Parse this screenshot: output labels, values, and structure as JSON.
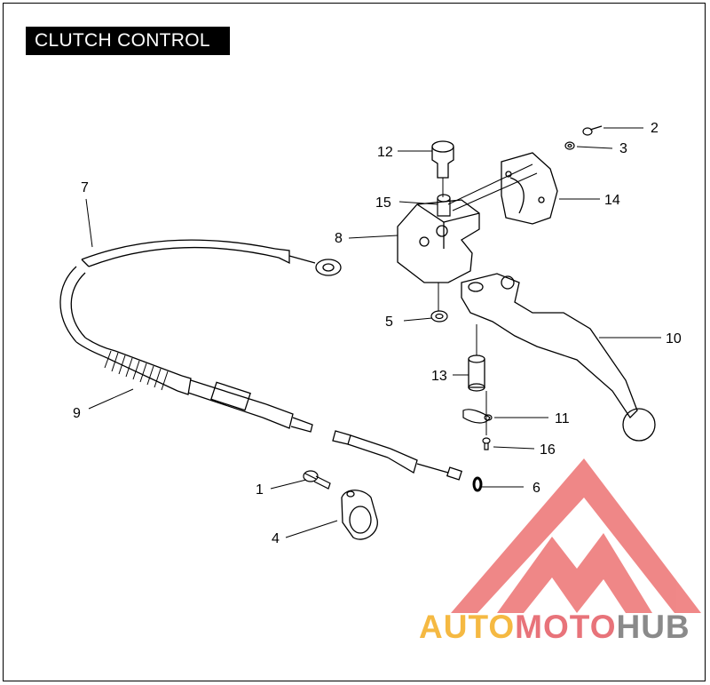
{
  "title": "CLUTCH CONTROL",
  "callouts": [
    "1",
    "2",
    "3",
    "4",
    "5",
    "6",
    "7",
    "8",
    "9",
    "10",
    "11",
    "12",
    "13",
    "14",
    "15",
    "16"
  ],
  "watermark": {
    "part1": "AUTO",
    "part2": "MOTO",
    "part3": "HUB",
    "colors": {
      "auto": "#f5b942",
      "moto": "#e8737a",
      "hub": "#8a8a8a",
      "logo": "#ee7b7b"
    }
  }
}
